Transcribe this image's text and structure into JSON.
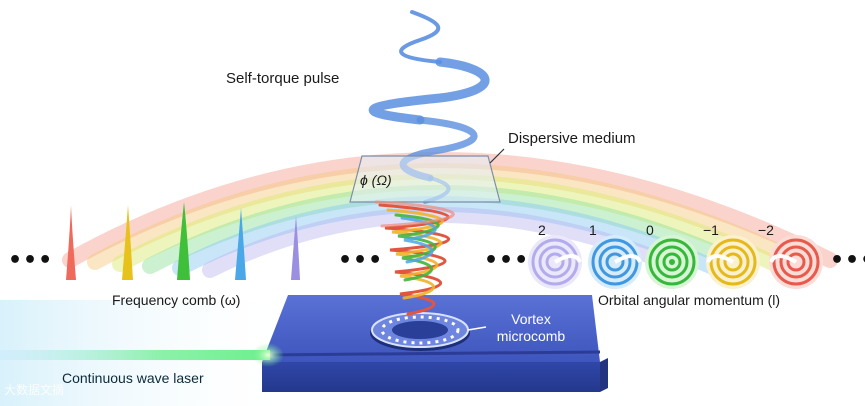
{
  "labels": {
    "self_torque_pulse": "Self-torque pulse",
    "dispersive_medium": "Dispersive medium",
    "phi_omega": "ϕ (Ω)",
    "frequency_comb": "Frequency comb (ω)",
    "orbital_angular_momentum": "Orbital angular momentum (l)",
    "vortex_microcomb_line1": "Vortex",
    "vortex_microcomb_line2": "microcomb",
    "continuous_wave_laser": "Continuous wave laser"
  },
  "oam_modes": [
    "2",
    "1",
    "0",
    "−1",
    "−2"
  ],
  "ellipsis": "•••",
  "watermark": "大数据文摘",
  "colors": {
    "comb_red": "#ef6a5a",
    "comb_yellow": "#e7c21c",
    "comb_green": "#3fbf3a",
    "comb_blue": "#4aa7e8",
    "comb_violet": "#9a8fe0",
    "chip_blue": "#4b63c8",
    "helix_blue": "#5b8fe0",
    "laser_green": "#6cf08c"
  }
}
